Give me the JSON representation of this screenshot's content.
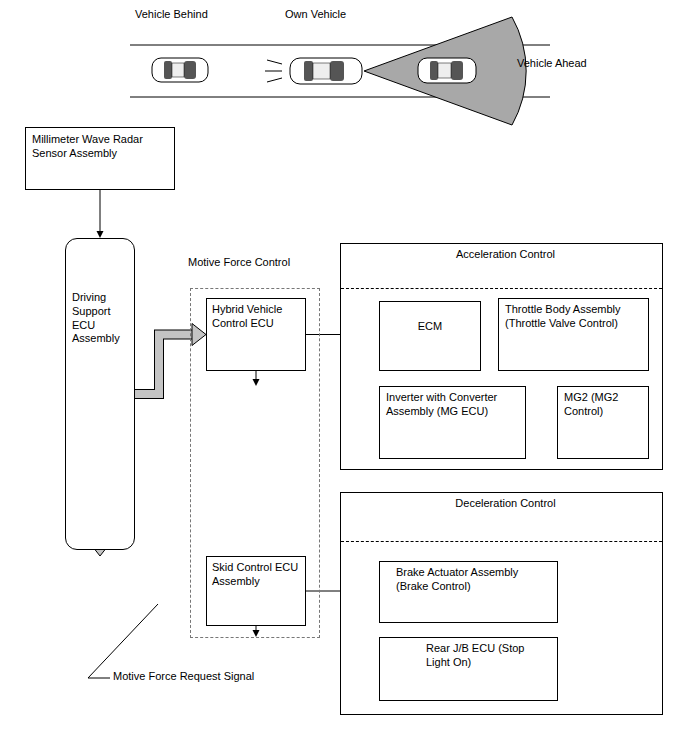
{
  "diagram": {
    "nodes": [
      {
        "text": [
          "Millimeter Wave Radar Sensor Assembly"
        ]
      },
      {
        "text": [
          "Driving Support ECU Assembly"
        ]
      },
      {
        "text": [
          "Motive Force Control"
        ]
      },
      {
        "text": [
          "Hybrid Vehicle Control ECU"
        ],
        "in": 2
      },
      {
        "text": [
          "Skid Control ECU Assembly"
        ],
        "in": 2
      },
      {
        "text": [
          "Acceleration Control"
        ]
      },
      {
        "text": [
          "ECM"
        ],
        "in": 5
      },
      {
        "text": [
          "Throttle Body Assembly (Throttle Valve Control)"
        ],
        "in": 5
      },
      {
        "text": [
          "Inverter with Converter Assembly (MG ECU)"
        ],
        "in": 5
      },
      {
        "text": [
          "MG2 (MG2 Control)"
        ],
        "in": 5
      },
      {
        "text": [
          "Deceleration Control"
        ]
      },
      {
        "text": [
          "Brake Actuator Assembly (Brake Control)"
        ],
        "in": 10
      },
      {
        "text": [
          "Rear J/B ECU (Stop Light On)"
        ],
        "in": 10
      }
    ],
    "edges": [
      {
        "from": 0,
        "to": 1,
        "arrow": "to"
      },
      {
        "from": 1,
        "to": 3,
        "arrow": "to"
      },
      {
        "from": 1,
        "to": 4,
        "arrow": "to"
      },
      {
        "from": 3,
        "to": 6,
        "arrow": "to"
      },
      {
        "from": 3,
        "to": 8,
        "arrow": "to"
      },
      {
        "from": 6,
        "to": 7,
        "arrow": "to"
      },
      {
        "from": 8,
        "to": 9,
        "arrow": "to"
      },
      {
        "from": 4,
        "to": 11,
        "arrow": "to"
      },
      {
        "from": 4,
        "to": 12,
        "arrow": "to"
      }
    ],
    "labels": [
      "Vehicle Behind",
      "Own Vehicle",
      "Vehicle Ahead",
      "Motive Force Request Signal"
    ]
  }
}
